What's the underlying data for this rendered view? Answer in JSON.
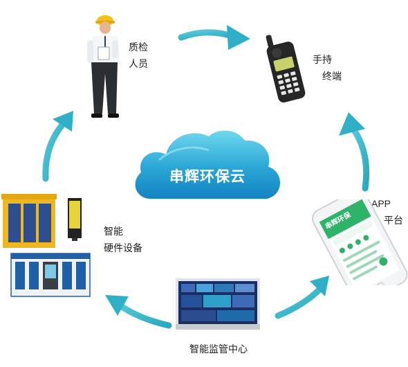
{
  "center": {
    "title": "串辉环保云"
  },
  "nodes": {
    "inspector": {
      "line1": "质检",
      "line2": "人员"
    },
    "handheld": {
      "line1": "手持",
      "line2": "终端"
    },
    "app": {
      "line1": "APP",
      "line2": "平台"
    },
    "monitor": {
      "label": "智能监管中心"
    },
    "hardware": {
      "line1": "智能",
      "line2": "硬件设备"
    }
  },
  "phone_screen": {
    "brand": "串辉环保"
  },
  "colors": {
    "arrow": "#3fb6c9",
    "cloud_light": "#5fd0e8",
    "cloud_dark": "#1a8fc8",
    "app_green": "#2fb36b",
    "hardware_yellow": "#f0b61e",
    "hardware_blue": "#1f5fa6"
  }
}
